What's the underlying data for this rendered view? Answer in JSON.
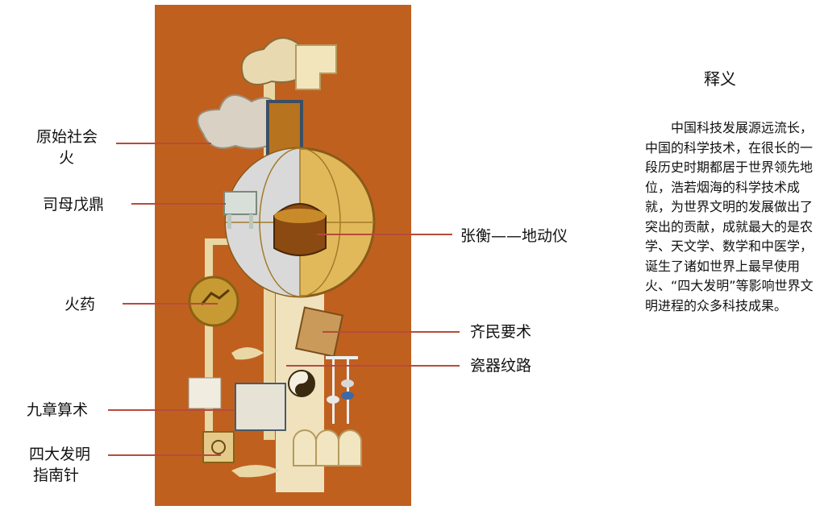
{
  "left_labels": {
    "fire": "原始社会\n火",
    "ding": "司母戊鼎",
    "gunpowder": "火药",
    "nine_chapters": "九章算术",
    "compass": "四大发明\n指南针"
  },
  "right_labels": {
    "seismograph": "张衡——地动仪",
    "agriculture_book": "齐民要术",
    "porcelain": "瓷器纹路"
  },
  "poster": {
    "title_seal": "科技传承",
    "background_color": "#c0601f"
  },
  "explanation": {
    "title": "释义",
    "body": "中国科技发展源远流长，中国的科学技术，在很长的一段历史时期都居于世界领先地位，浩若烟海的科学技术成就，为世界文明的发展做出了突出的贡献，成就最大的是农学、天文学、数学和中医学，诞生了诸如世界上最早使用火、“四大发明”等影响世界文明进程的众多科技成果。"
  }
}
